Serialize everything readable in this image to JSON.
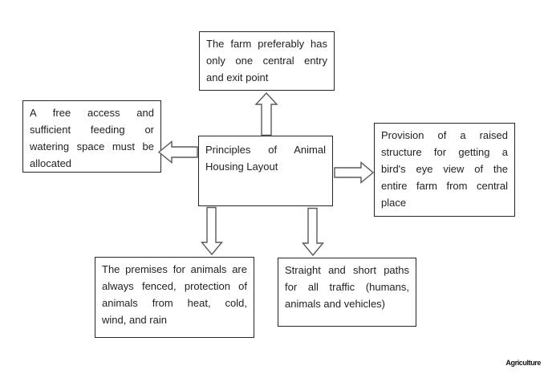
{
  "page": {
    "background": "#ffffff",
    "watermark": "Agriculture"
  },
  "diagram": {
    "type": "flow-diagram",
    "colors": {
      "box_border": "#262626",
      "text": "#1f1f1f",
      "arrow_stroke": "#595959",
      "arrow_fill": "#ffffff"
    },
    "center": {
      "text": "Principles of Animal Housing Layout",
      "lines": [
        "Principles of Animal",
        "Housing Layout"
      ]
    },
    "top": {
      "text": "The farm preferably has only one central entry and exit point",
      "lines": [
        "The farm preferably has",
        "only one central entry",
        "and exit point"
      ]
    },
    "left": {
      "text": "A free access and sufficient feeding or watering space must be allocated",
      "lines": [
        "A free access and",
        "sufficient feeding or",
        "watering space must be",
        "allocated"
      ]
    },
    "right": {
      "text": "Provision of a raised structure for getting a bird's eye view of the entire farm from central place",
      "lines": [
        "Provision of a raised",
        "structure for getting a",
        "bird's eye view of the",
        "entire farm from central",
        "place"
      ]
    },
    "bottom_left": {
      "text": "The premises for animals are always fenced, protection of animals from heat, cold, wind, and rain",
      "lines": [
        "The premises for animals are",
        "always fenced, protection of",
        "animals from heat, cold,",
        "wind, and rain"
      ]
    },
    "bottom_right": {
      "text": "Straight and short paths for all traffic (humans, animals and vehicles)",
      "lines": [
        "Straight and short paths",
        "for all traffic (humans,",
        "animals and vehicles)"
      ]
    },
    "arrows": [
      {
        "id": "up",
        "from": "center",
        "to": "top"
      },
      {
        "id": "left",
        "from": "center",
        "to": "left"
      },
      {
        "id": "right",
        "from": "center",
        "to": "right"
      },
      {
        "id": "down-left",
        "from": "center",
        "to": "bottom_left"
      },
      {
        "id": "down-right",
        "from": "center",
        "to": "bottom_right"
      }
    ]
  }
}
